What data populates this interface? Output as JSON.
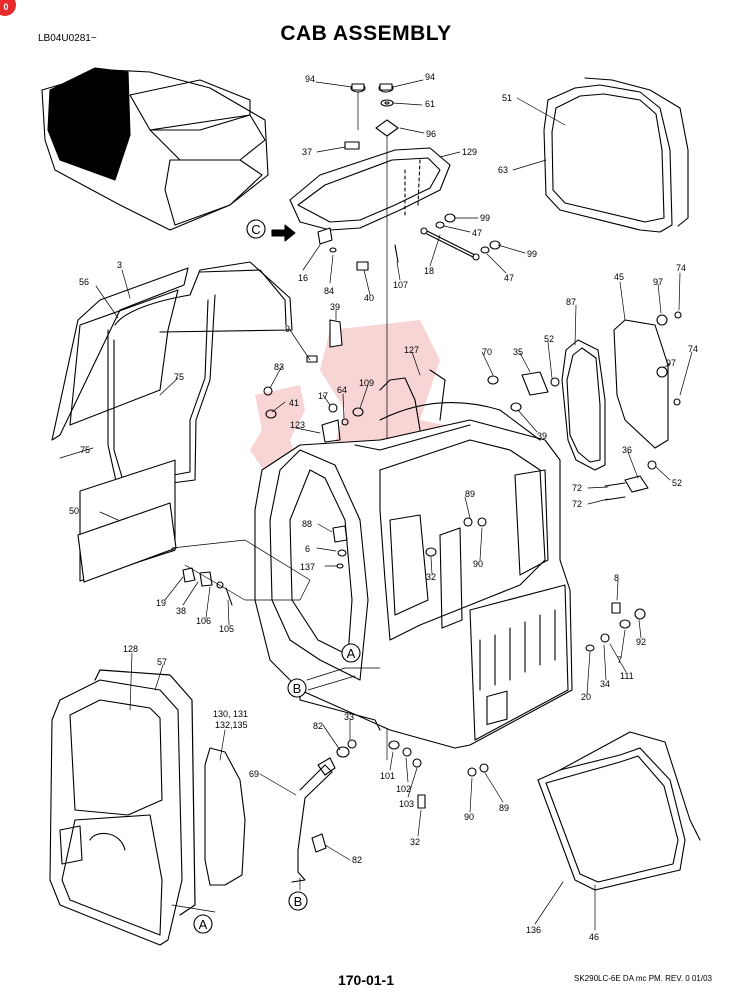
{
  "header": {
    "drawing_code": "LB04U0281~",
    "title": "CAB ASSEMBLY"
  },
  "footer": {
    "page_number": "170-01-1",
    "revision": "SK290LC-6E DA mc PM. REV. 0 01/03"
  },
  "badge": {
    "text": "0",
    "color": "#e52b2b"
  },
  "watermark": {
    "color": "#e04040"
  },
  "callouts": {
    "a": "A",
    "b": "B",
    "c": "C"
  },
  "labels": {
    "p94a": "94",
    "p94b": "94",
    "p61": "61",
    "p96": "96",
    "p37": "37",
    "p129": "129",
    "p51": "51",
    "p63": "63",
    "p99a": "99",
    "p47a": "47",
    "p99b": "99",
    "p47b": "47",
    "p16": "16",
    "p84": "84",
    "p40": "40",
    "p107": "107",
    "p18": "18",
    "p3": "3",
    "p56": "56",
    "p75a": "75",
    "p75b": "75",
    "p39a": "39",
    "p9": "9",
    "p83": "83",
    "p41": "41",
    "p17": "17",
    "p64": "64",
    "p109": "109",
    "p123": "123",
    "p127": "127",
    "p70": "70",
    "p35": "35",
    "p39b": "39",
    "p87": "87",
    "p45": "45",
    "p97a": "97",
    "p74a": "74",
    "p52a": "52",
    "p97b": "97",
    "p74b": "74",
    "p36": "36",
    "p72a": "72",
    "p72b": "72",
    "p52b": "52",
    "p89a": "89",
    "p90a": "90",
    "p50": "50",
    "p88": "88",
    "p6": "6",
    "p137": "137",
    "p32a": "32",
    "p19": "19",
    "p38": "38",
    "p106": "106",
    "p105": "105",
    "p8": "8",
    "p92": "92",
    "p7": "7",
    "p111": "111",
    "p34": "34",
    "p20": "20",
    "p128": "128",
    "p57": "57",
    "p130": "130, 131",
    "p132": "132,135",
    "p33": "33",
    "p82a": "82",
    "p101": "101",
    "p102": "102",
    "p103": "103",
    "p69": "69",
    "p32b": "32",
    "p90b": "90",
    "p89b": "89",
    "p82b": "82",
    "p136": "136",
    "p46": "46"
  }
}
